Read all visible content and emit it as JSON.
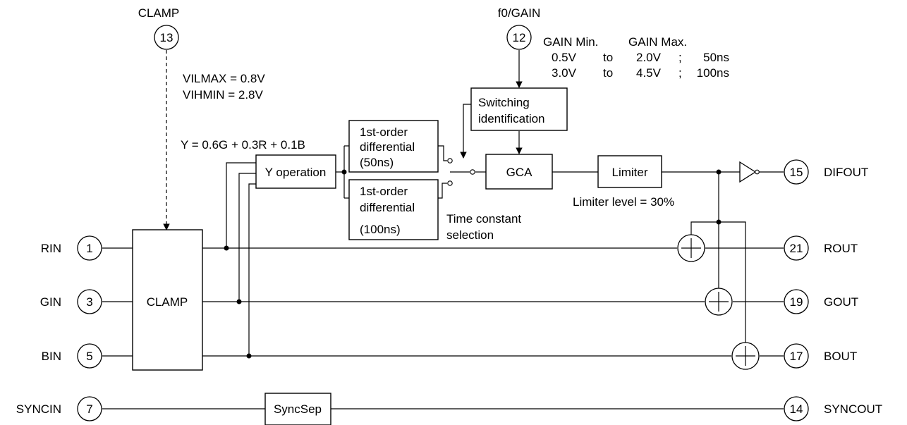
{
  "pins": {
    "clamp": {
      "name": "CLAMP",
      "num": "13"
    },
    "f0gain": {
      "name": "f0/GAIN",
      "num": "12"
    },
    "rin": {
      "name": "RIN",
      "num": "1"
    },
    "gin": {
      "name": "GIN",
      "num": "3"
    },
    "bin": {
      "name": "BIN",
      "num": "5"
    },
    "syncin": {
      "name": "SYNCIN",
      "num": "7"
    },
    "difout": {
      "name": "DIFOUT",
      "num": "15"
    },
    "rout": {
      "name": "ROUT",
      "num": "21"
    },
    "gout": {
      "name": "GOUT",
      "num": "19"
    },
    "bout": {
      "name": "BOUT",
      "num": "17"
    },
    "syncout": {
      "name": "SYNCOUT",
      "num": "14"
    }
  },
  "blocks": {
    "clamp": "CLAMP",
    "yop": "Y operation",
    "diff50": [
      "1st-order",
      "differential",
      "(50ns)"
    ],
    "diff100": [
      "1st-order",
      "differential",
      "(100ns)"
    ],
    "switching": [
      "Switching",
      "identification"
    ],
    "gca": "GCA",
    "limiter": "Limiter",
    "syncsep": "SyncSep"
  },
  "notes": {
    "vilmax": "VILMAX = 0.8V",
    "vihmin": "VIHMIN = 2.8V",
    "yformula": "Y = 0.6G + 0.3R + 0.1B",
    "time_constant": [
      "Time constant",
      "selection"
    ],
    "limiter_level": "Limiter level = 30%",
    "gain_table": {
      "head_min": "GAIN Min.",
      "head_max": "GAIN Max.",
      "rows": [
        {
          "min": "0.5V",
          "to": "to",
          "max": "2.0V",
          "sep": ";",
          "time": "50ns"
        },
        {
          "min": "3.0V",
          "to": "to",
          "max": "4.5V",
          "sep": ";",
          "time": "100ns"
        }
      ]
    }
  }
}
